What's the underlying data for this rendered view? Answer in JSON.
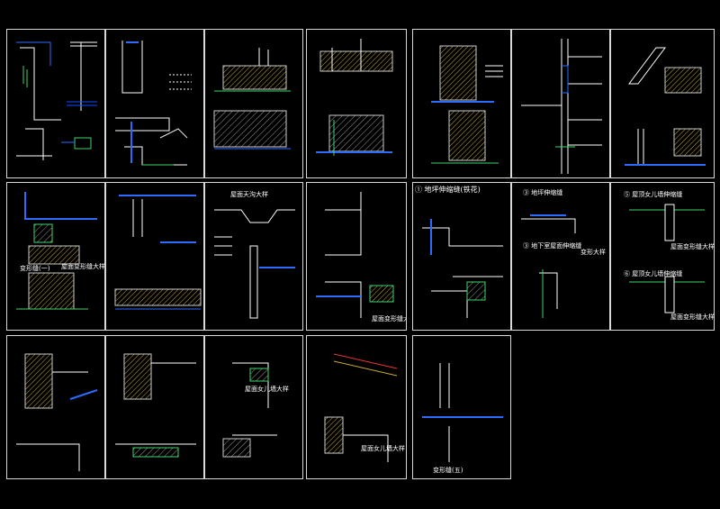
{
  "drawing": {
    "title": "",
    "sheets": [
      {
        "id": "r1c1"
      },
      {
        "id": "r1c2"
      },
      {
        "id": "r1c3"
      },
      {
        "id": "r1c4"
      },
      {
        "id": "r1c5"
      },
      {
        "id": "r1c6"
      },
      {
        "id": "r1c7"
      },
      {
        "id": "r2c1",
        "caption": "屋面变形缝大样",
        "sub": "变形缝(一)"
      },
      {
        "id": "r2c2"
      },
      {
        "id": "r2c3",
        "caption": "屋面天沟大样"
      },
      {
        "id": "r2c4",
        "caption": "屋面变形缝大样"
      },
      {
        "id": "r2c5",
        "heading": "① 地坪伸缩缝(铁花)"
      },
      {
        "id": "r2c6",
        "heading": "③ 地坪伸缩缝",
        "heading2": "③ 地下室屋面伸缩缝",
        "note": "变形大样"
      },
      {
        "id": "r2c7",
        "heading": "⑤ 屋顶女儿墙伸缩缝",
        "heading2": "⑥ 屋顶女儿墙伸缩缝",
        "caption": "屋面变形缝大样",
        "caption2": "屋面变形缝大样"
      },
      {
        "id": "r3c1"
      },
      {
        "id": "r3c2"
      },
      {
        "id": "r3c3",
        "caption": "屋面女儿墙大样"
      },
      {
        "id": "r3c4",
        "caption": "屋面女儿墙大样"
      },
      {
        "id": "r3c5",
        "caption": "变形缝(五)"
      }
    ]
  }
}
